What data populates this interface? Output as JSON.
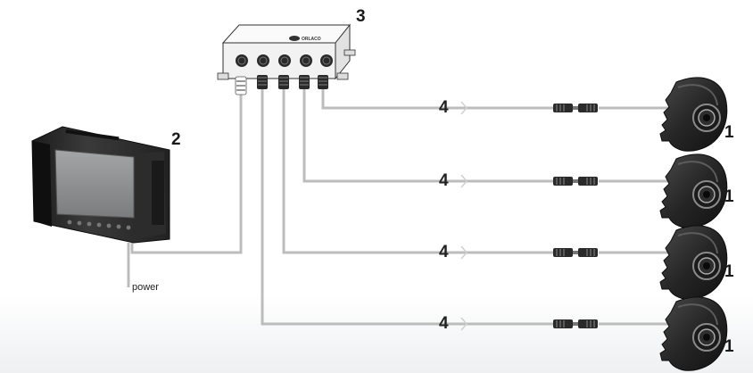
{
  "labels": {
    "camera": "1",
    "monitor": "2",
    "junction_box": "3",
    "cable": "4",
    "power": "power",
    "brand": "ORLACO"
  },
  "colors": {
    "housing": "#2b2b2b",
    "housing_dark": "#151515",
    "cable": "#b8b8b8",
    "box": "#f4f4f4",
    "screen": "#8c8e90"
  }
}
